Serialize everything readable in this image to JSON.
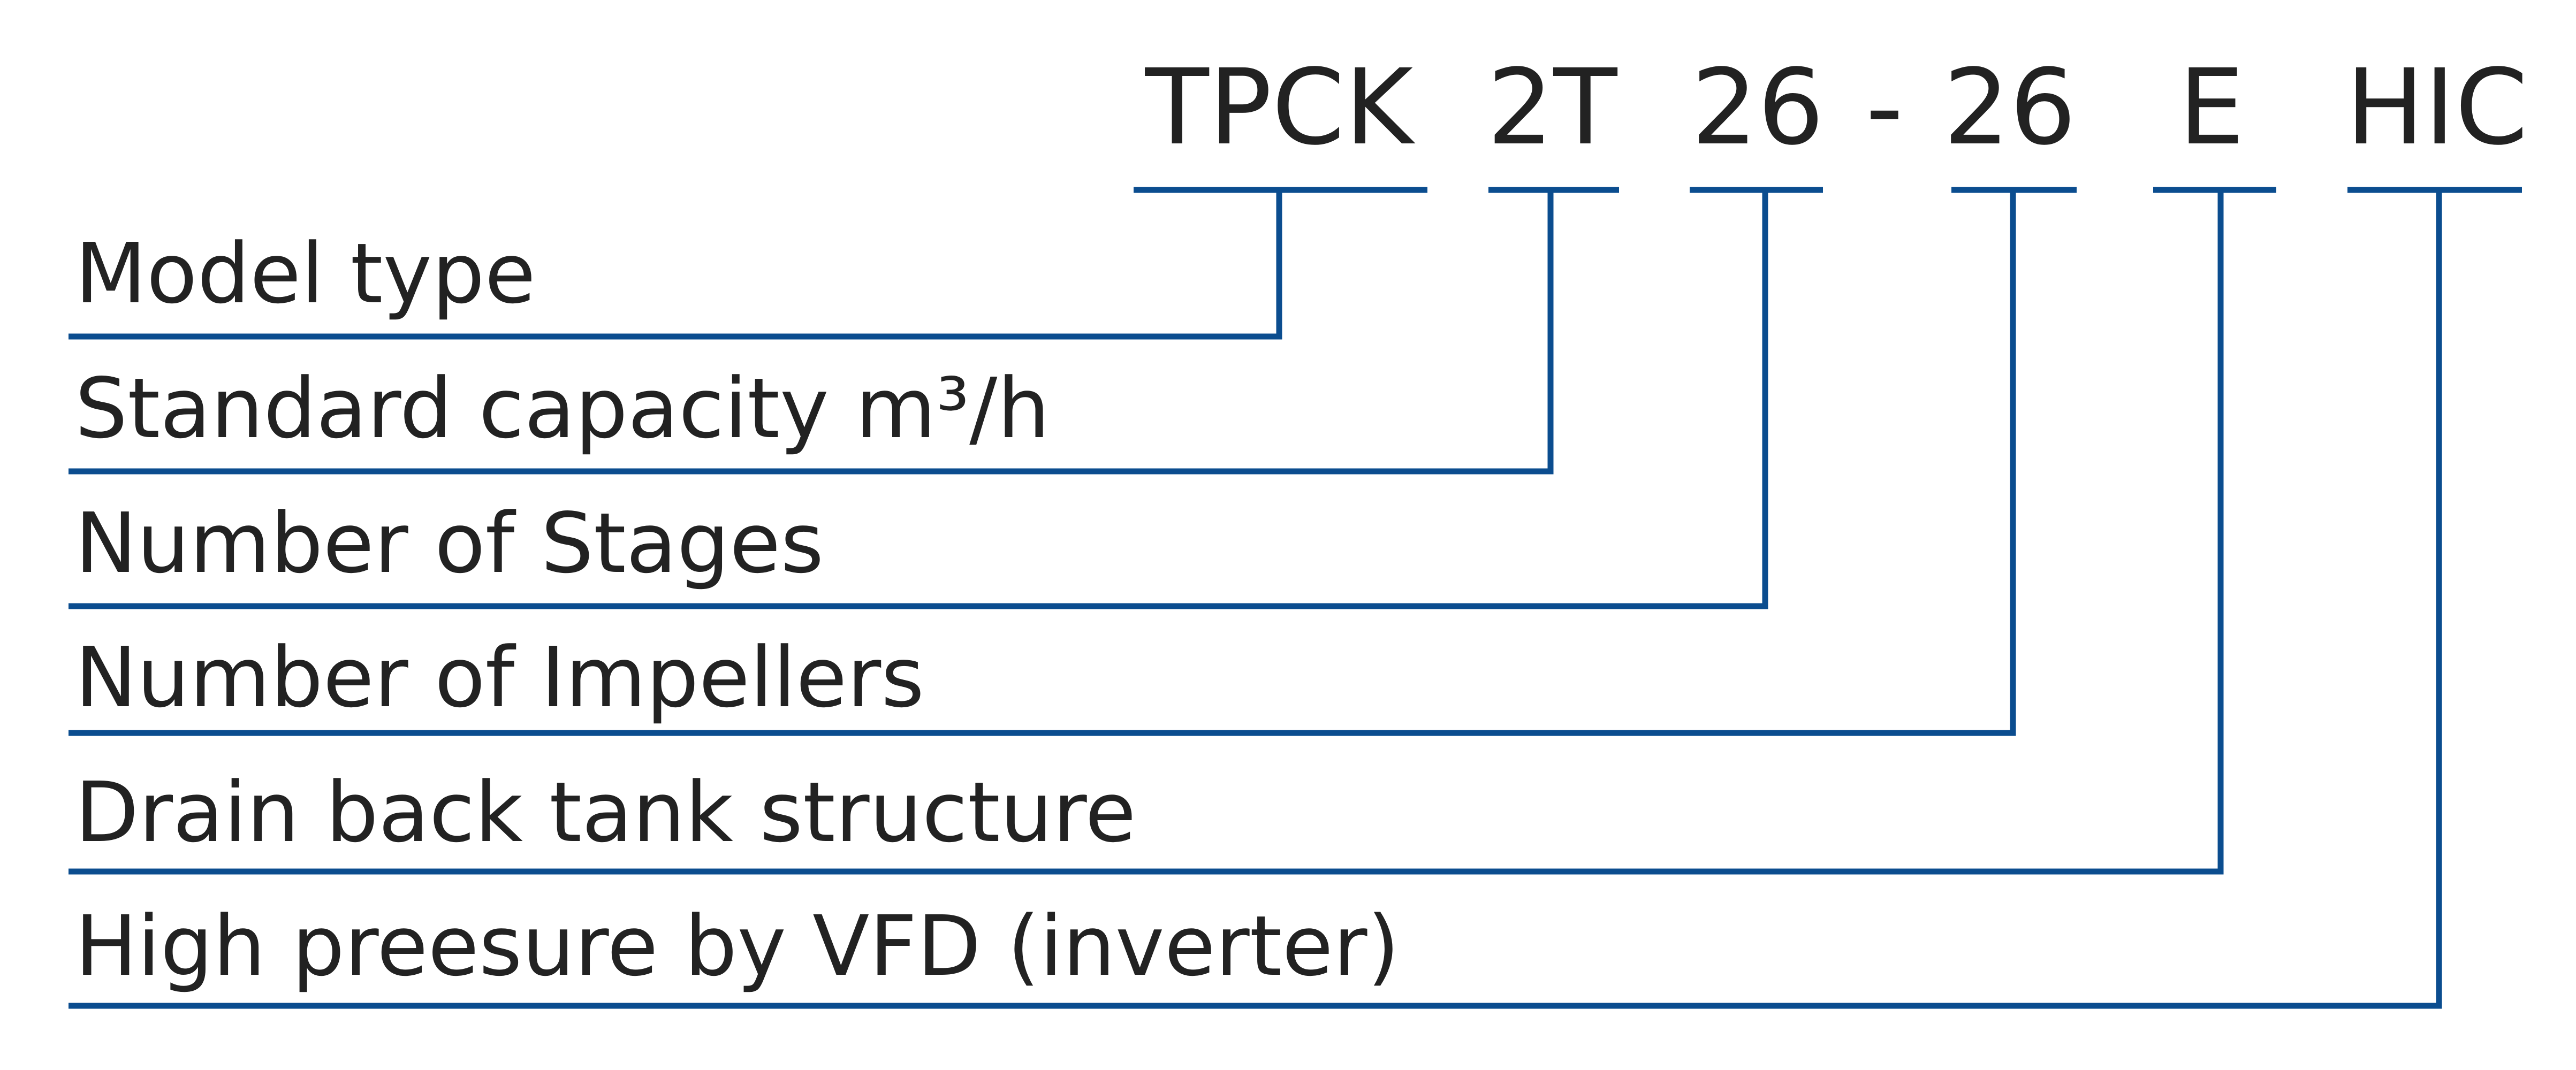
{
  "model_code": {
    "segments": [
      {
        "text": "TPCK"
      },
      {
        "text": "2T"
      },
      {
        "text": "26"
      },
      {
        "text": "-"
      },
      {
        "text": "26"
      },
      {
        "text": "E"
      },
      {
        "text": "HIC"
      }
    ]
  },
  "labels": [
    {
      "text": "Model type"
    },
    {
      "text": "Standard capacity m³/h"
    },
    {
      "text": "Number of Stages"
    },
    {
      "text": "Number of Impellers"
    },
    {
      "text": "Drain back tank structure"
    },
    {
      "text": "High preesure by VFD (inverter)"
    }
  ],
  "colors": {
    "line": "#0b4d8f",
    "text": "#222222",
    "background": "#ffffff"
  }
}
